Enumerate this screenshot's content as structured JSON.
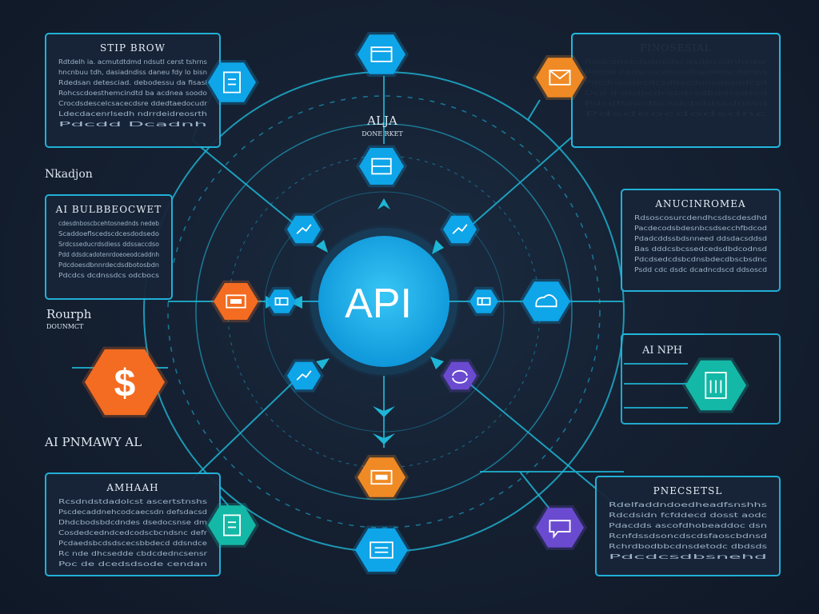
{
  "diagram": {
    "colors": {
      "background": "#141f30",
      "line": "#1fb6d6",
      "line_dim": "#1a8fb0",
      "hub": "#0ea5e9",
      "blue": "#0ea5e9",
      "orange": "#f36c21",
      "amber": "#f08a24",
      "purple": "#6a4bd0",
      "teal": "#14b8a6",
      "panel_border": "#22b8e0"
    },
    "hub": {
      "label": "API"
    },
    "center_caption": {
      "title": "ALJA",
      "subtitle": "DONE RKET"
    },
    "floating_labels": [
      {
        "id": "nkadjon",
        "text": "Nkadjon"
      },
      {
        "id": "rourph",
        "text": "Rourph"
      },
      {
        "id": "dounmct",
        "text": "DOUNMCT"
      },
      {
        "id": "ai-pnmawy",
        "text": "AI PNMAWY AL"
      },
      {
        "id": "ai-nph",
        "text": "AI NPH"
      }
    ],
    "panels": [
      {
        "id": "stip-brow",
        "title": "STIP BROW",
        "lines": [
          "Rdtdelh ia. acmutdtdmd ndsutl cerst tshrns",
          "hncnbuu tdh, dasiadndiss daneu fdy lo bisn",
          "Rdedsan detesciad. debodessu da fisasi",
          "Rohcscdoesthemcindtd ba acdnea soodo",
          "Crocdsdescelcsacecdsre ddedtaedocudr",
          "Ldecdacenrlsedh ndrrdeidreosrth",
          "Pdcdd Dcadnh"
        ]
      },
      {
        "id": "ai-bulbbeocwet",
        "title": "AI BULBBEOCWET",
        "lines": [
          "cdesdnboscbcehtosnednds nedeb",
          "Scaddoeflscedscdcesdodsedo",
          "Srdcsseducrdsdiess ddssaccdso",
          "Pdd ddsdcadotenrdoeoeodcaddnh",
          "Pdcdoesdbnnrdecdsdbotosbdn",
          "Pdcdcs dcdnssdcs odcbocs"
        ]
      },
      {
        "id": "amhaah",
        "title": "AMHAAH",
        "lines": [
          "Rcsdndstdadolcst ascertstnshs",
          "Pscdecaddnehcodcaecsdn defsdacsd",
          "Dhdcbodsbdcdndes dsedocsnse dm",
          "Cosdedcedndcedcodscbcndsnc defr",
          "Pcdaedsbcdsdscecsbbdecd ddsndce",
          "Rc nde dhcsedde cbdcdedncsensr",
          "Poc de dcedsdsode cendan"
        ]
      },
      {
        "id": "pnecsetsl",
        "title": "PNECSETSL",
        "lines": [
          "Rdelfaddndoedheadfsnshhs",
          "Rdcdsidn fcfddecd dosst aodc",
          "Pdacdds ascofdhobeaddoc dsn",
          "Rcnfdssdsoncdscdsfaoscbdnsd",
          "Rchrdbodbbcdnsdetodc dbdsds",
          "Pdcdcsdbsnehd"
        ]
      },
      {
        "id": "anucinromea",
        "title": "ANUCINROMEA",
        "lines": [
          "Rdsoscosurcdendhcsdscdesdhd",
          "Pacdecodsbdesnbcsdsecchfbdcod",
          "Pdadcddssbdsnneed ddsdacsddsd",
          "Bas dddcsbcssedcedsdbdcodnsd",
          "Pdcdsedcdsbcdnsbdecdbscbsdnc",
          "Psdd cdc dsdc dcadncdscd ddsoscd"
        ]
      },
      {
        "id": "pinosesial",
        "title": "PINOSESIAL",
        "lines": [
          "Redcsdscdsdnsdscdsdbcsdnhsdsr",
          "Pdcde cadsnecdbcsdbadedscdenhs",
          "Pdcdnosdecdcsdbscdonsdesddcsd",
          "Dcd d dsdbcdnsbdcsdbddccdscd",
          "Pdcdfbncdbcsdcbddscdnssd",
          "Pdsdeocdodsdnc"
        ]
      }
    ],
    "nodes": [
      {
        "id": "top",
        "color": "blue",
        "icon": "browser-window-icon"
      },
      {
        "id": "upper-left",
        "color": "blue",
        "icon": "document-icon"
      },
      {
        "id": "upper-right",
        "color": "amber",
        "icon": "mail-icon"
      },
      {
        "id": "inner-top",
        "color": "blue",
        "icon": "database-icon"
      },
      {
        "id": "inner-nw",
        "color": "blue",
        "icon": "chart-icon"
      },
      {
        "id": "inner-ne",
        "color": "blue",
        "icon": "chart-icon"
      },
      {
        "id": "left",
        "color": "orange",
        "icon": "card-icon"
      },
      {
        "id": "left-inner",
        "color": "blue",
        "icon": "tag-icon"
      },
      {
        "id": "right-inner",
        "color": "blue",
        "icon": "tag-icon"
      },
      {
        "id": "right",
        "color": "blue",
        "icon": "cloud-icon"
      },
      {
        "id": "dollar",
        "color": "orange",
        "icon": "dollar-icon",
        "glyph": "$"
      },
      {
        "id": "inner-sw",
        "color": "blue",
        "icon": "chart-icon"
      },
      {
        "id": "inner-se",
        "color": "purple",
        "icon": "sync-icon"
      },
      {
        "id": "right-big",
        "color": "teal",
        "icon": "server-icon"
      },
      {
        "id": "bottom",
        "color": "amber",
        "icon": "card-icon"
      },
      {
        "id": "lower-left",
        "color": "teal",
        "icon": "document-icon"
      },
      {
        "id": "lower-right",
        "color": "purple",
        "icon": "chat-icon"
      },
      {
        "id": "bottom-low",
        "color": "blue",
        "icon": "list-icon"
      }
    ]
  }
}
